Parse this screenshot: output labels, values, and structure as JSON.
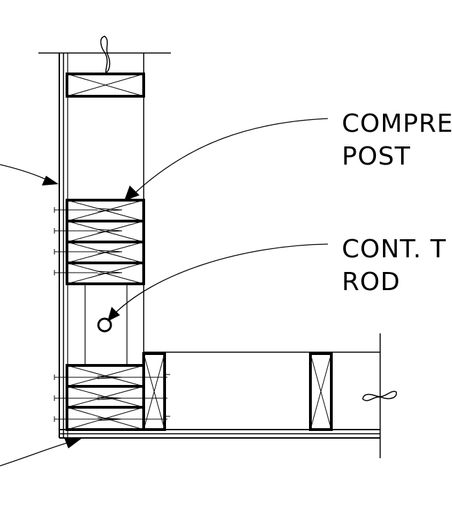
{
  "drawing": {
    "callouts": [
      {
        "line1": "COMPRE",
        "line2": "POST"
      },
      {
        "line1": "CONT. T",
        "line2": "ROD"
      }
    ],
    "colors": {
      "ink": "#000000",
      "paper": "#ffffff"
    }
  }
}
